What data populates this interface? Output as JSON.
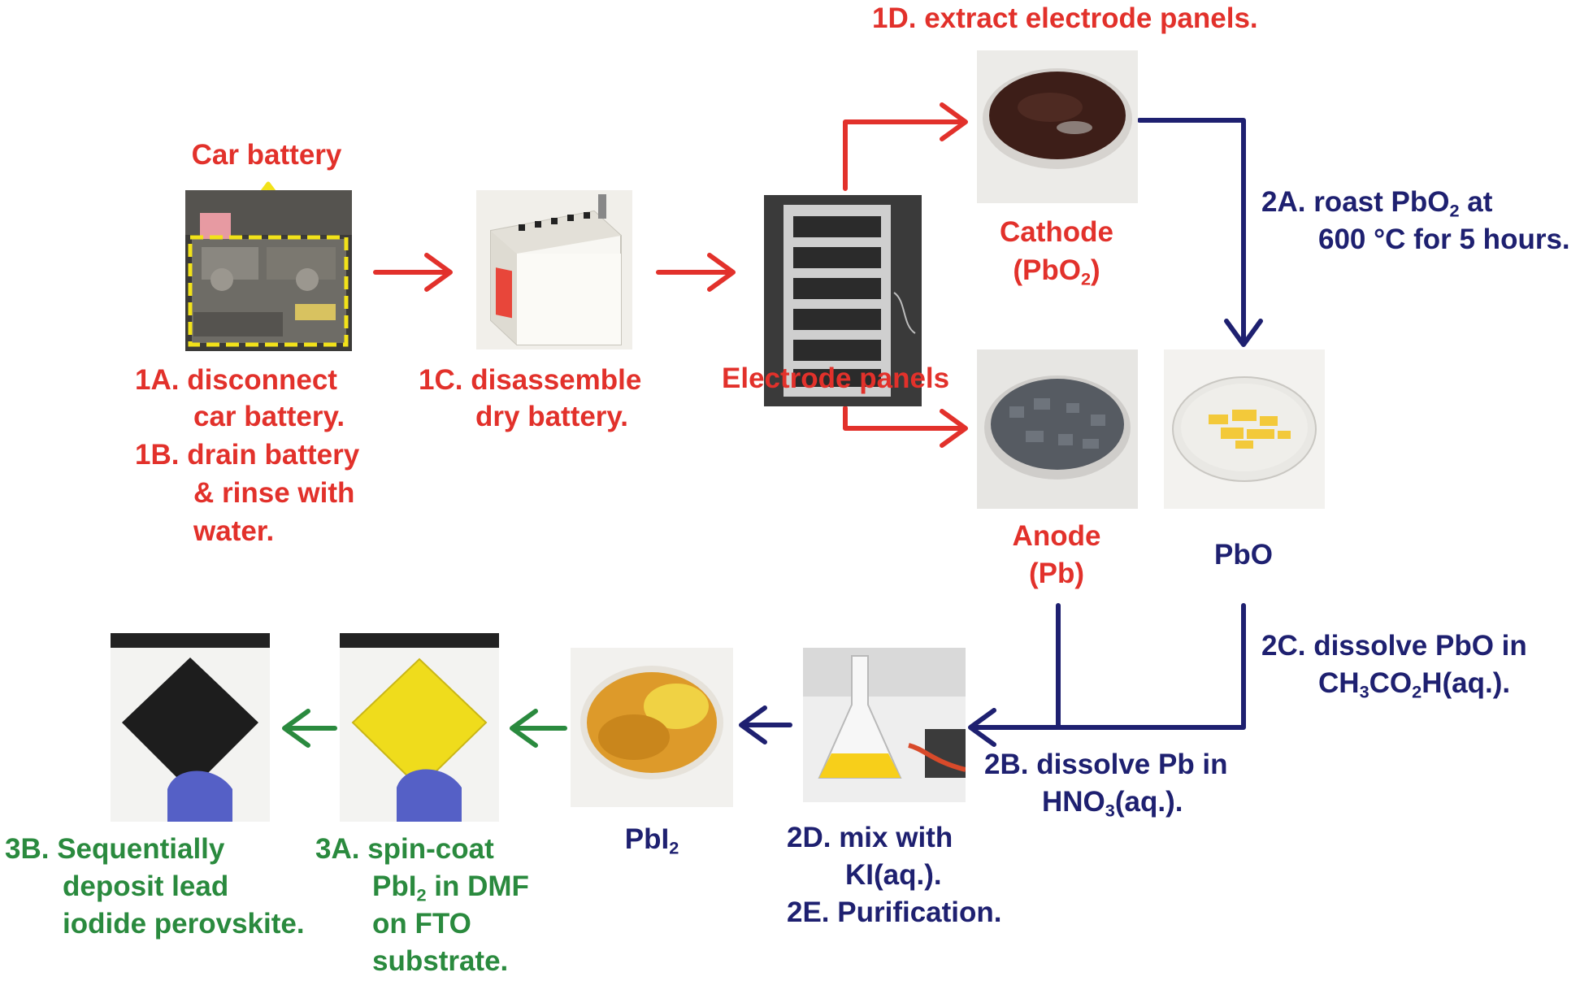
{
  "colors": {
    "red_step": "#e2312b",
    "navy_step": "#1e2070",
    "green_step": "#2a8a3e",
    "highlight_yellow": "#f2e21a"
  },
  "labels": {
    "car_battery": "Car battery",
    "step_1a": [
      "1A. disconnect",
      "car battery."
    ],
    "step_1b": [
      "1B. drain battery",
      "& rinse with",
      "water."
    ],
    "step_1c": [
      "1C. disassemble",
      "dry battery."
    ],
    "electrode_panels": "Electrode panels",
    "step_1d": "1D. extract electrode panels.",
    "cathode": "Cathode",
    "cathode_formula": {
      "pre": "(PbO",
      "sub": "2",
      "post": ")"
    },
    "anode": "Anode",
    "anode_formula": "(Pb)",
    "step_2a_line1": {
      "pre": "2A. roast PbO",
      "sub": "2",
      "post": " at"
    },
    "step_2a_line2": "600 °C for 5 hours.",
    "pbo": "PbO",
    "step_2c_line1": "2C. dissolve PbO in",
    "step_2c_line2": {
      "p1": "CH",
      "s1": "3",
      "p2": "CO",
      "s2": "2",
      "p3": "H(aq.)."
    },
    "step_2b_line1": "2B. dissolve Pb in",
    "step_2b_line2": {
      "pre": "HNO",
      "sub": "3",
      "post": "(aq.)."
    },
    "step_2d": [
      "2D. mix with",
      "KI(aq.)."
    ],
    "step_2e": "2E. Purification.",
    "pbi2": {
      "pre": "PbI",
      "sub": "2"
    },
    "step_3a_line1": "3A. spin-coat",
    "step_3a_line2": {
      "pre": "PbI",
      "sub": "2",
      "post": " in DMF"
    },
    "step_3a_line3": [
      "on FTO",
      "substrate."
    ],
    "step_3b": [
      "3B. Sequentially",
      "deposit lead",
      "iodide perovskite."
    ]
  },
  "photos": {
    "car_battery": "car-battery-photo",
    "dry_battery": "dry-battery-photo",
    "electrode_panels": "electrode-panels-photo",
    "cathode": "cathode-dish-photo",
    "anode": "anode-dish-photo",
    "pbo": "pbo-dish-photo",
    "flask": "flask-photo",
    "pbi2": "pbi2-dish-photo",
    "fto_yellow": "pbi2-film-photo",
    "fto_black": "perovskite-film-photo"
  }
}
